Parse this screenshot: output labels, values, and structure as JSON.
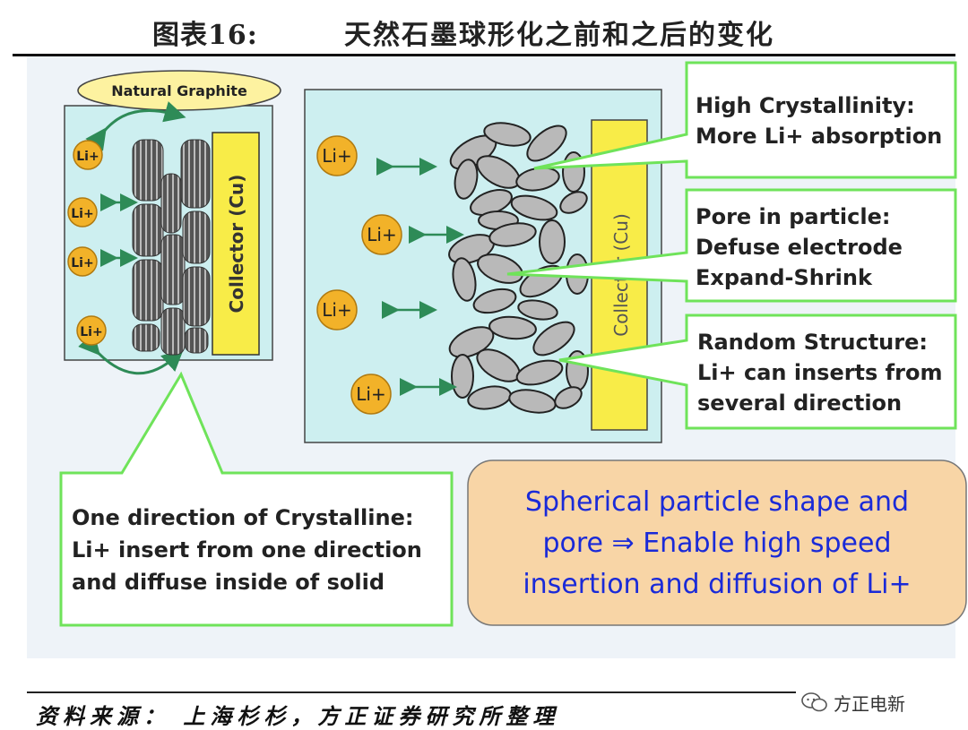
{
  "title": {
    "label": "图表16:",
    "text": "天然石墨球形化之前和之后的变化"
  },
  "left_panel": {
    "ellipse_label": "Natural Graphite",
    "collector_label": "Collector (Cu)",
    "ions": [
      "Li+",
      "Li+",
      "Li+",
      "Li+"
    ]
  },
  "center_panel": {
    "collector_label": "Collector (Cu)",
    "ions": [
      "Li+",
      "Li+",
      "Li+",
      "Li+"
    ]
  },
  "callouts": {
    "high_crystallinity": [
      "High Crystallinity:",
      "More Li+ absorption"
    ],
    "pore": [
      "Pore in particle:",
      "Defuse electrode",
      "Expand-Shrink"
    ],
    "random": [
      "Random Structure:",
      "Li+ can inserts from",
      "several direction"
    ],
    "one_direction": [
      "One direction of Crystalline:",
      "Li+ insert from one direction",
      "and diffuse inside of solid"
    ],
    "summary": [
      "Spherical particle shape and",
      "pore ⇒ Enable high speed",
      "insertion and diffusion of  Li+"
    ]
  },
  "footer": {
    "source": "资料来源：  上海杉杉，方正证券研究所整理",
    "watermark": "方正电新"
  },
  "colors": {
    "panel_fill": "#cdeff0",
    "collector_fill": "#f8ec48",
    "ion_fill": "#f2b229",
    "callout_border": "#6fe35a",
    "summary_fill": "#f8d5a6",
    "summary_text": "#1a2ad8",
    "arrow_color": "#2e8b57"
  }
}
